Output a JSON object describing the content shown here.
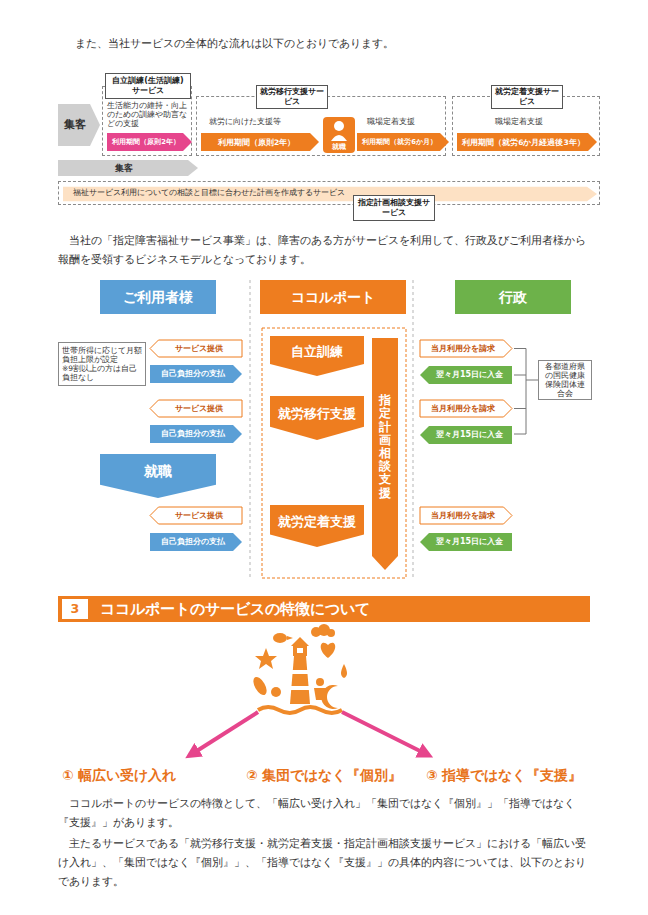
{
  "diagram": {
    "nodes": [
      {
        "text": [
          "集客"
        ]
      },
      {
        "text": [
          "生活能力の維持・向上のための訓練や助言などの支援"
        ]
      },
      {
        "text": [
          "自立訓練(生活訓練)サービス"
        ],
        "in": 1
      },
      {
        "text": [
          "利用期間（原則2年）"
        ],
        "in": 1
      },
      {
        "text": [
          "就労に向けた支援等",
          "職場定着支援"
        ]
      },
      {
        "text": [
          "就労移行支援サービス"
        ],
        "in": 4
      },
      {
        "text": [
          "利用期間（原則2年）"
        ],
        "in": 4
      },
      {
        "text": [
          "就職"
        ],
        "in": 4
      },
      {
        "text": [
          "利用期間（就労6か月）"
        ],
        "in": 4
      },
      {
        "text": [
          "職場定着支援"
        ]
      },
      {
        "text": [
          "就労定着支援サービス"
        ],
        "in": 9
      },
      {
        "text": [
          "利用期間（就労6か月経過後3年）"
        ],
        "in": 9
      },
      {
        "text": [
          "集客"
        ]
      },
      {
        "text": [
          "福祉サービス利用についての相談と目標に合わせた計画を作成するサービス"
        ]
      },
      {
        "text": [
          "指定計画相談支援サービス"
        ],
        "in": 13
      },
      {
        "text": [
          "ご利用者様"
        ]
      },
      {
        "text": [
          "ココルポート"
        ]
      },
      {
        "text": [
          "行政"
        ]
      },
      {
        "text": [
          "世帯所得に応じて月額負担上限が設定",
          "※9割以上の方は自己負担なし"
        ]
      },
      {
        "text": [
          "サービス提供"
        ]
      },
      {
        "text": [
          "自己負担分の支払"
        ]
      },
      {
        "text": [
          "自立訓練"
        ]
      },
      {
        "text": [
          "当月利用分を請求"
        ]
      },
      {
        "text": [
          "翌々月15日に入金"
        ]
      },
      {
        "text": [
          "各都道府県の国民健康保険団体連合会"
        ]
      },
      {
        "text": [
          "サービス提供"
        ]
      },
      {
        "text": [
          "自己負担分の支払"
        ]
      },
      {
        "text": [
          "就労移行支援"
        ]
      },
      {
        "text": [
          "当月利用分を請求"
        ]
      },
      {
        "text": [
          "翌々月15日に入金"
        ]
      },
      {
        "text": [
          "就職"
        ]
      },
      {
        "text": [
          "指定計画相談支援"
        ]
      },
      {
        "text": [
          "サービス提供"
        ]
      },
      {
        "text": [
          "自己負担分の支払"
        ]
      },
      {
        "text": [
          "就労定着支援"
        ]
      },
      {
        "text": [
          "当月利用分を請求"
        ]
      },
      {
        "text": [
          "翌々月15日に入金"
        ]
      },
      {
        "text": [
          "ココルポートのサービスの特徴について"
        ]
      },
      {
        "text": [
          "3"
        ],
        "in": 37
      }
    ],
    "labels": [
      "また、当社サービスの全体的な流れは以下のとおりであります。",
      "当社の「指定障害福祉サービス事業」は、障害のある方がサービスを利用して、行政及びご利用者様から報酬を受領するビジネスモデルとなっております。",
      "① 幅広い受け入れ",
      "② 集団ではなく『個別』",
      "③ 指導ではなく『支援』",
      "ココルポートのサービスの特徴として、「幅広い受け入れ」「集団ではなく『個別』」「指導ではなく『支援』」があります。",
      "主たるサービスである「就労移行支援・就労定着支援・指定計画相談支援サービス」における「幅広い受け入れ」、「集団ではなく『個別』」、「指導ではなく『支援』」の具体的内容については、以下のとおりであります。"
    ]
  }
}
